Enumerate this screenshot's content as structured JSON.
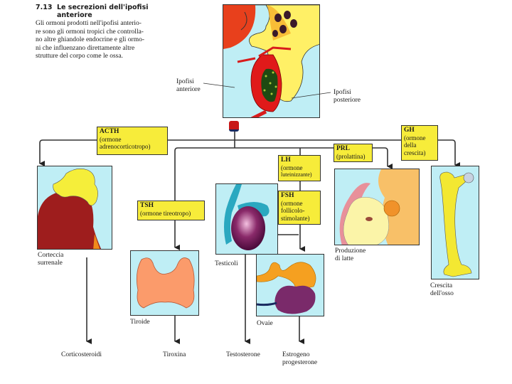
{
  "caption": {
    "number": "7.13",
    "title_line1": "Le secrezioni dell'ipofisi",
    "title_line2": "anteriore",
    "body_lines": [
      "Gli ormoni prodotti nell'ipofisi anterio-",
      "re sono gli ormoni tropici che controlla-",
      "no altre ghiandole endocrine e gli ormo-",
      "ni che influenzano direttamente altre",
      "strutture del corpo come le ossa."
    ]
  },
  "pituitary": {
    "label_anterior_1": "Ipofisi",
    "label_anterior_2": "anteriore",
    "label_posterior_1": "Ipofisi",
    "label_posterior_2": "posteriore"
  },
  "hormones": {
    "acth": {
      "abbr": "ACTH",
      "line1": "(ormone",
      "line2": "adrenocorticotropo)"
    },
    "tsh": {
      "abbr": "TSH",
      "line1": "(ormone tireotropo)"
    },
    "lh": {
      "abbr": "LH",
      "line1": "(ormone",
      "line2": "luteinizzante)"
    },
    "fsh": {
      "abbr": "FSH",
      "line1": "(ormone",
      "line2": "follicolo-",
      "line3": "stimolante)"
    },
    "prl": {
      "abbr": "PRL",
      "line1": "(prolattina)"
    },
    "gh": {
      "abbr": "GH",
      "line1": "(ormone",
      "line2": "della",
      "line3": "crescita)"
    }
  },
  "targets": {
    "adrenal": {
      "line1": "Corteccia",
      "line2": "surrenale"
    },
    "thyroid": {
      "line1": "Tiroide"
    },
    "testes": {
      "line1": "Testicoli"
    },
    "ovaries": {
      "line1": "Ovaie"
    },
    "milk": {
      "line1": "Produzione",
      "line2": "di latte"
    },
    "bone": {
      "line1": "Crescita",
      "line2": "dell'osso"
    }
  },
  "products": {
    "corticosteroids": "Corticosteroidi",
    "thyroxine": "Tiroxina",
    "testosterone": "Testosterone",
    "estrogen_1": "Estrogeno",
    "estrogen_2": "progesterone"
  },
  "colors": {
    "hormone_box": "#f7ec3a",
    "panel_bg": "#bfeef5",
    "blood_red": "#d81c1c",
    "line": "#333333"
  }
}
